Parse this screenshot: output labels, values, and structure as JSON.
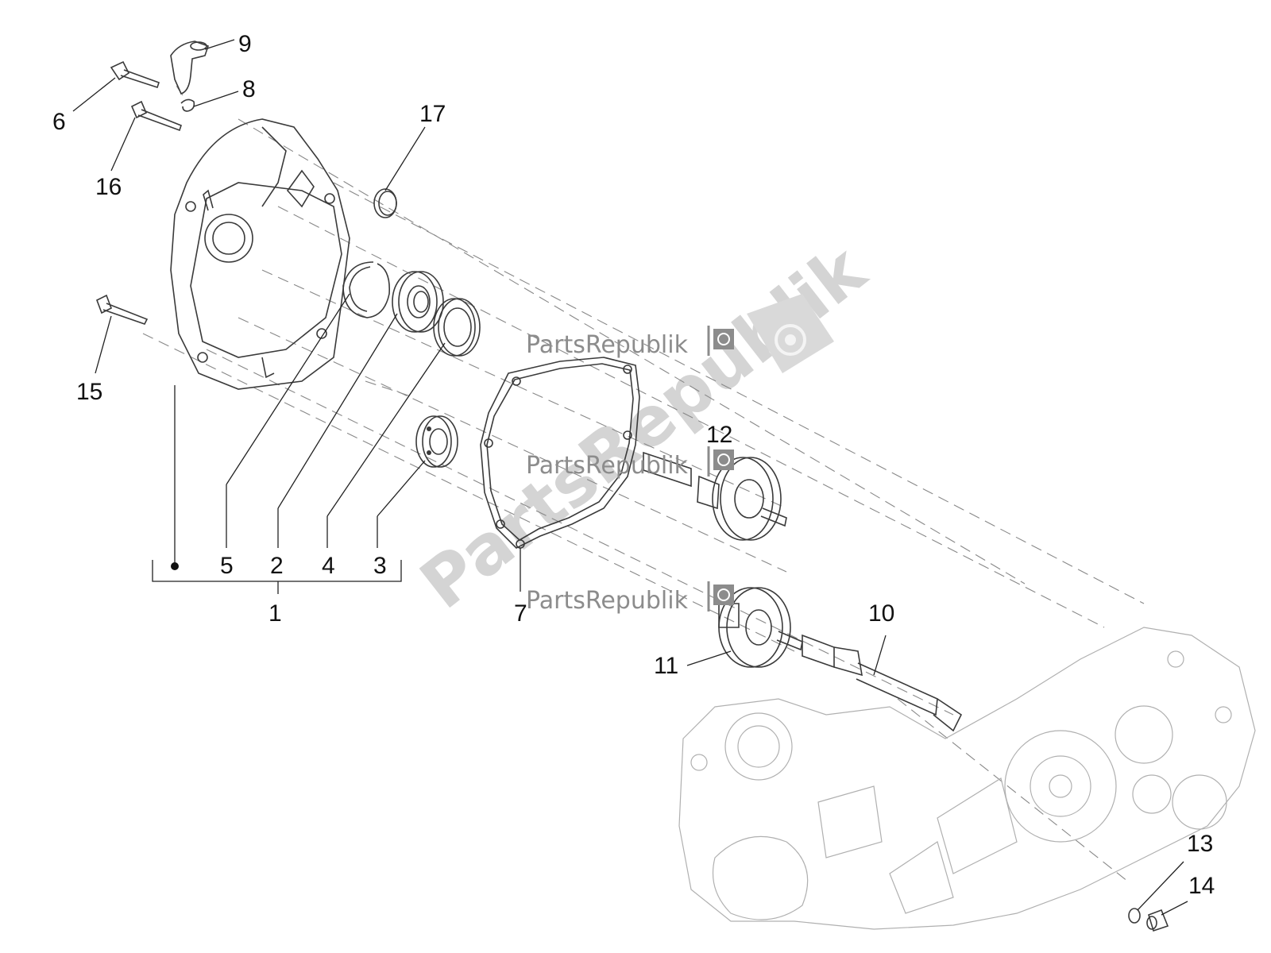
{
  "callouts": {
    "n1": "1",
    "n2": "2",
    "n3": "3",
    "n4": "4",
    "n5": "5",
    "n6": "6",
    "n7": "7",
    "n8": "8",
    "n9": "9",
    "n10": "10",
    "n11": "11",
    "n12": "12",
    "n13": "13",
    "n14": "14",
    "n15": "15",
    "n16": "16",
    "n17": "17"
  },
  "watermark": {
    "text": "PartsRepublik",
    "icon": "gear-flag-icon"
  },
  "colors": {
    "line": "#3a3a3a",
    "watermark": "#8c8c8c",
    "watermark_light": "#d4d4d4",
    "background": "#ffffff"
  }
}
